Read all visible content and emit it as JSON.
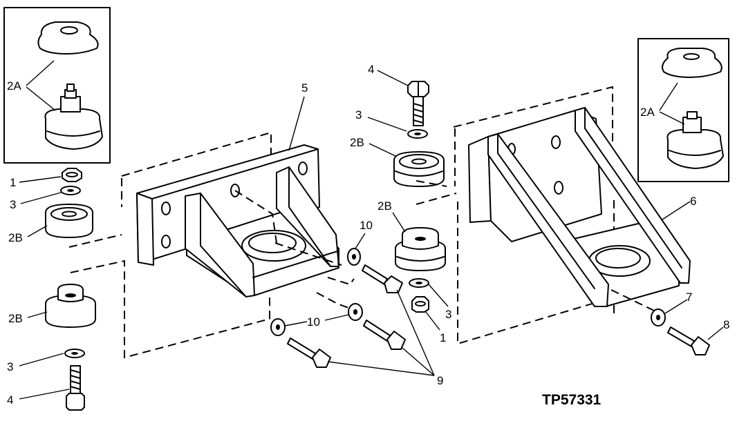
{
  "figure_code": "TP57331",
  "labels": {
    "l2a_left": "2A",
    "l2a_right": "2A",
    "l1_left": "1",
    "l3_left": "3",
    "l2b_left_upper": "2B",
    "l2b_left_lower": "2B",
    "l3_left_bottom": "3",
    "l4_left_bottom": "4",
    "l5": "5",
    "l4_center": "4",
    "l3_center": "3",
    "l2b_center_upper": "2B",
    "l2b_center_lower": "2B",
    "l10_upper": "10",
    "l10_lower": "10",
    "l3_center_lower": "3",
    "l1_center": "1",
    "l9": "9",
    "l6": "6",
    "l7": "7",
    "l8": "8"
  }
}
